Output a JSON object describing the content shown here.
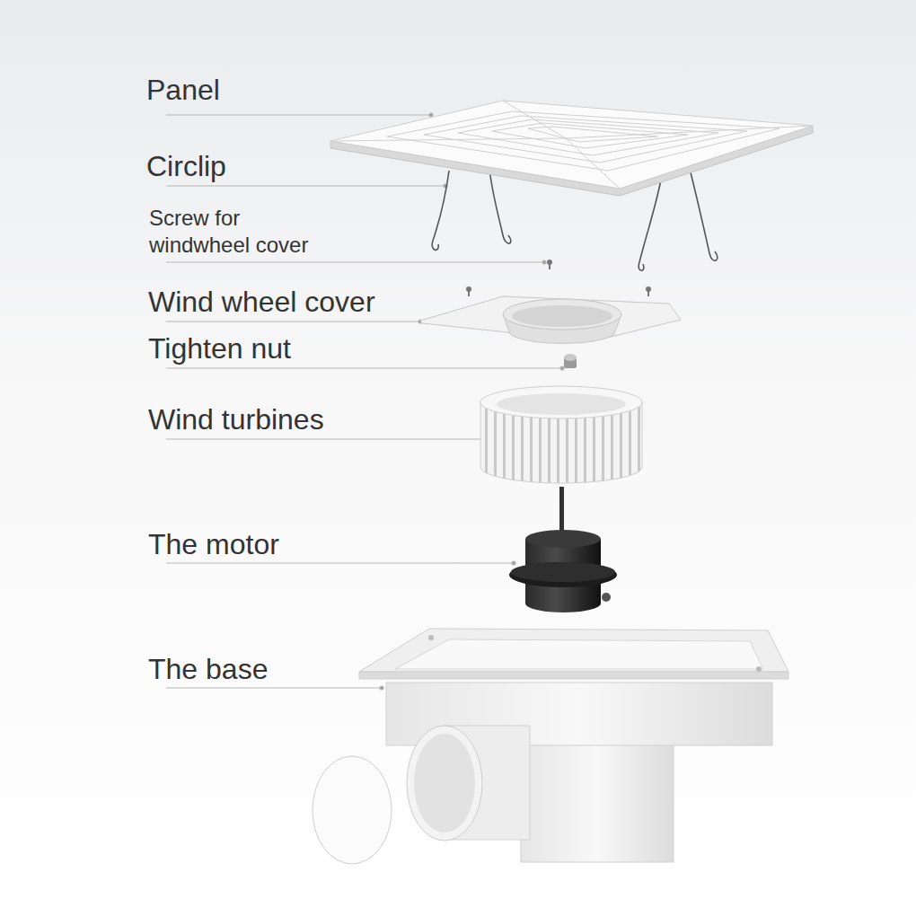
{
  "diagram": {
    "labels": [
      "Panel",
      "Circlip",
      "Screw for windwheel cover",
      "Wind wheel cover",
      "Tighten nut",
      "Wind turbines",
      "The motor",
      "The base"
    ]
  }
}
